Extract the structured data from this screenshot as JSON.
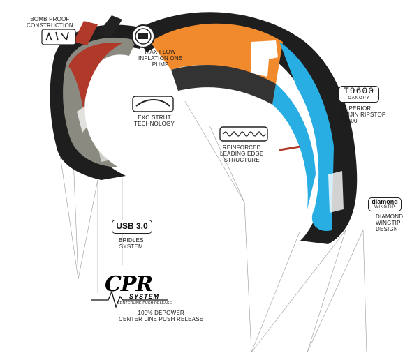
{
  "features": {
    "bomb_proof": "BOMB PROOF\nCONSTRUCTION",
    "max_flow": "MAX FLOW\nINFLATION ONE\nPUMP",
    "exo_strut": "EXO STRUT\nTECHNOLOGY",
    "reinforced_le": "REINFORCED\nLEADING EDGE\nSTRUCTURE",
    "canopy_badge_main": "T9600",
    "canopy_badge_sub": "CANOPY",
    "canopy_text": "SUPERIOR\nTEIJIN RIPSTOP\nT9600",
    "bridles_badge": "USB 3.0",
    "bridles_text": "BRIDLES\nSYSTEM",
    "wingtip_badge_main": "diamond",
    "wingtip_badge_sub": "WINGTIP",
    "wingtip_text": "DIAMOND\nWINGTIP\nDESIGN",
    "cpr_logo": "CPR",
    "cpr_system": "SYSTEM",
    "cpr_tagline": "CENTERLINE PUSH RELEASE",
    "cpr_text": "100% DEPOWER\nCENTER LINE PUSH RELEASE"
  },
  "colors": {
    "orange": "#f08a2c",
    "blue": "#29aee4",
    "dark": "#1e1e1e",
    "grey": "#8a8a80",
    "red": "#b0392a"
  }
}
